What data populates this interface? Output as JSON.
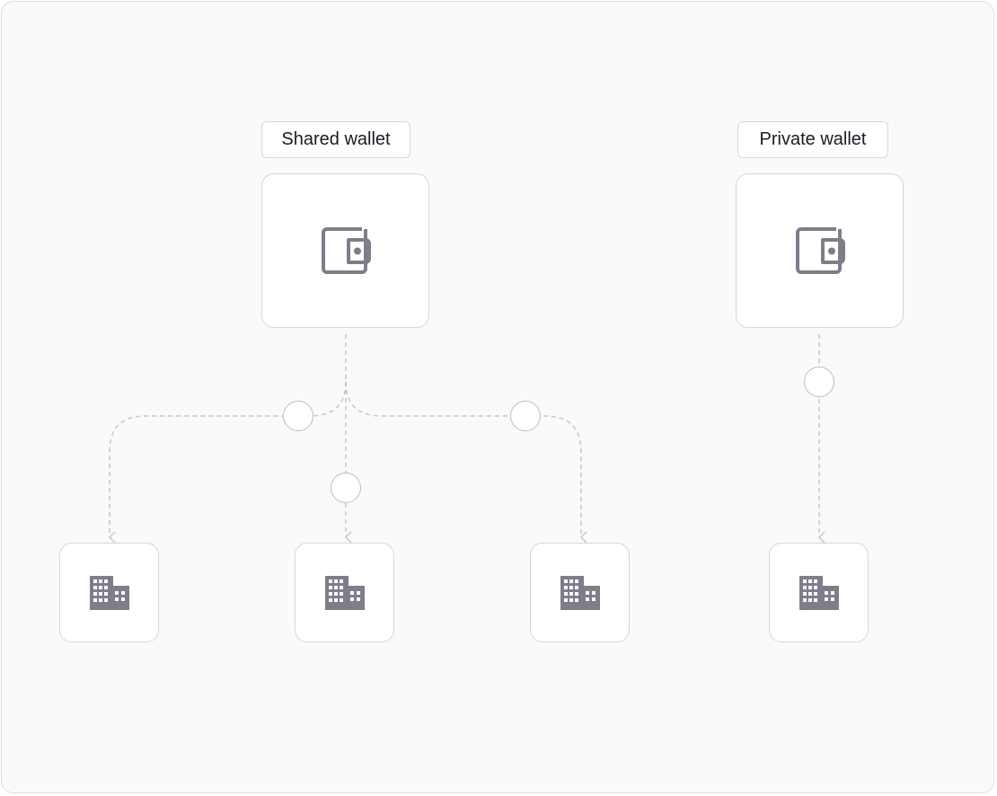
{
  "wallets": {
    "shared": {
      "label": "Shared wallet",
      "icon": "wallet-icon"
    },
    "private": {
      "label": "Private wallet",
      "icon": "wallet-icon"
    }
  },
  "entities": [
    {
      "icon": "building-icon",
      "parent": "shared"
    },
    {
      "icon": "building-icon",
      "parent": "shared"
    },
    {
      "icon": "building-icon",
      "parent": "shared"
    },
    {
      "icon": "building-icon",
      "parent": "private"
    }
  ],
  "colors": {
    "icon": "#7e7e8a",
    "connector": "#c6c6cb",
    "card_border": "#d6d6da",
    "background": "#fafafa"
  }
}
